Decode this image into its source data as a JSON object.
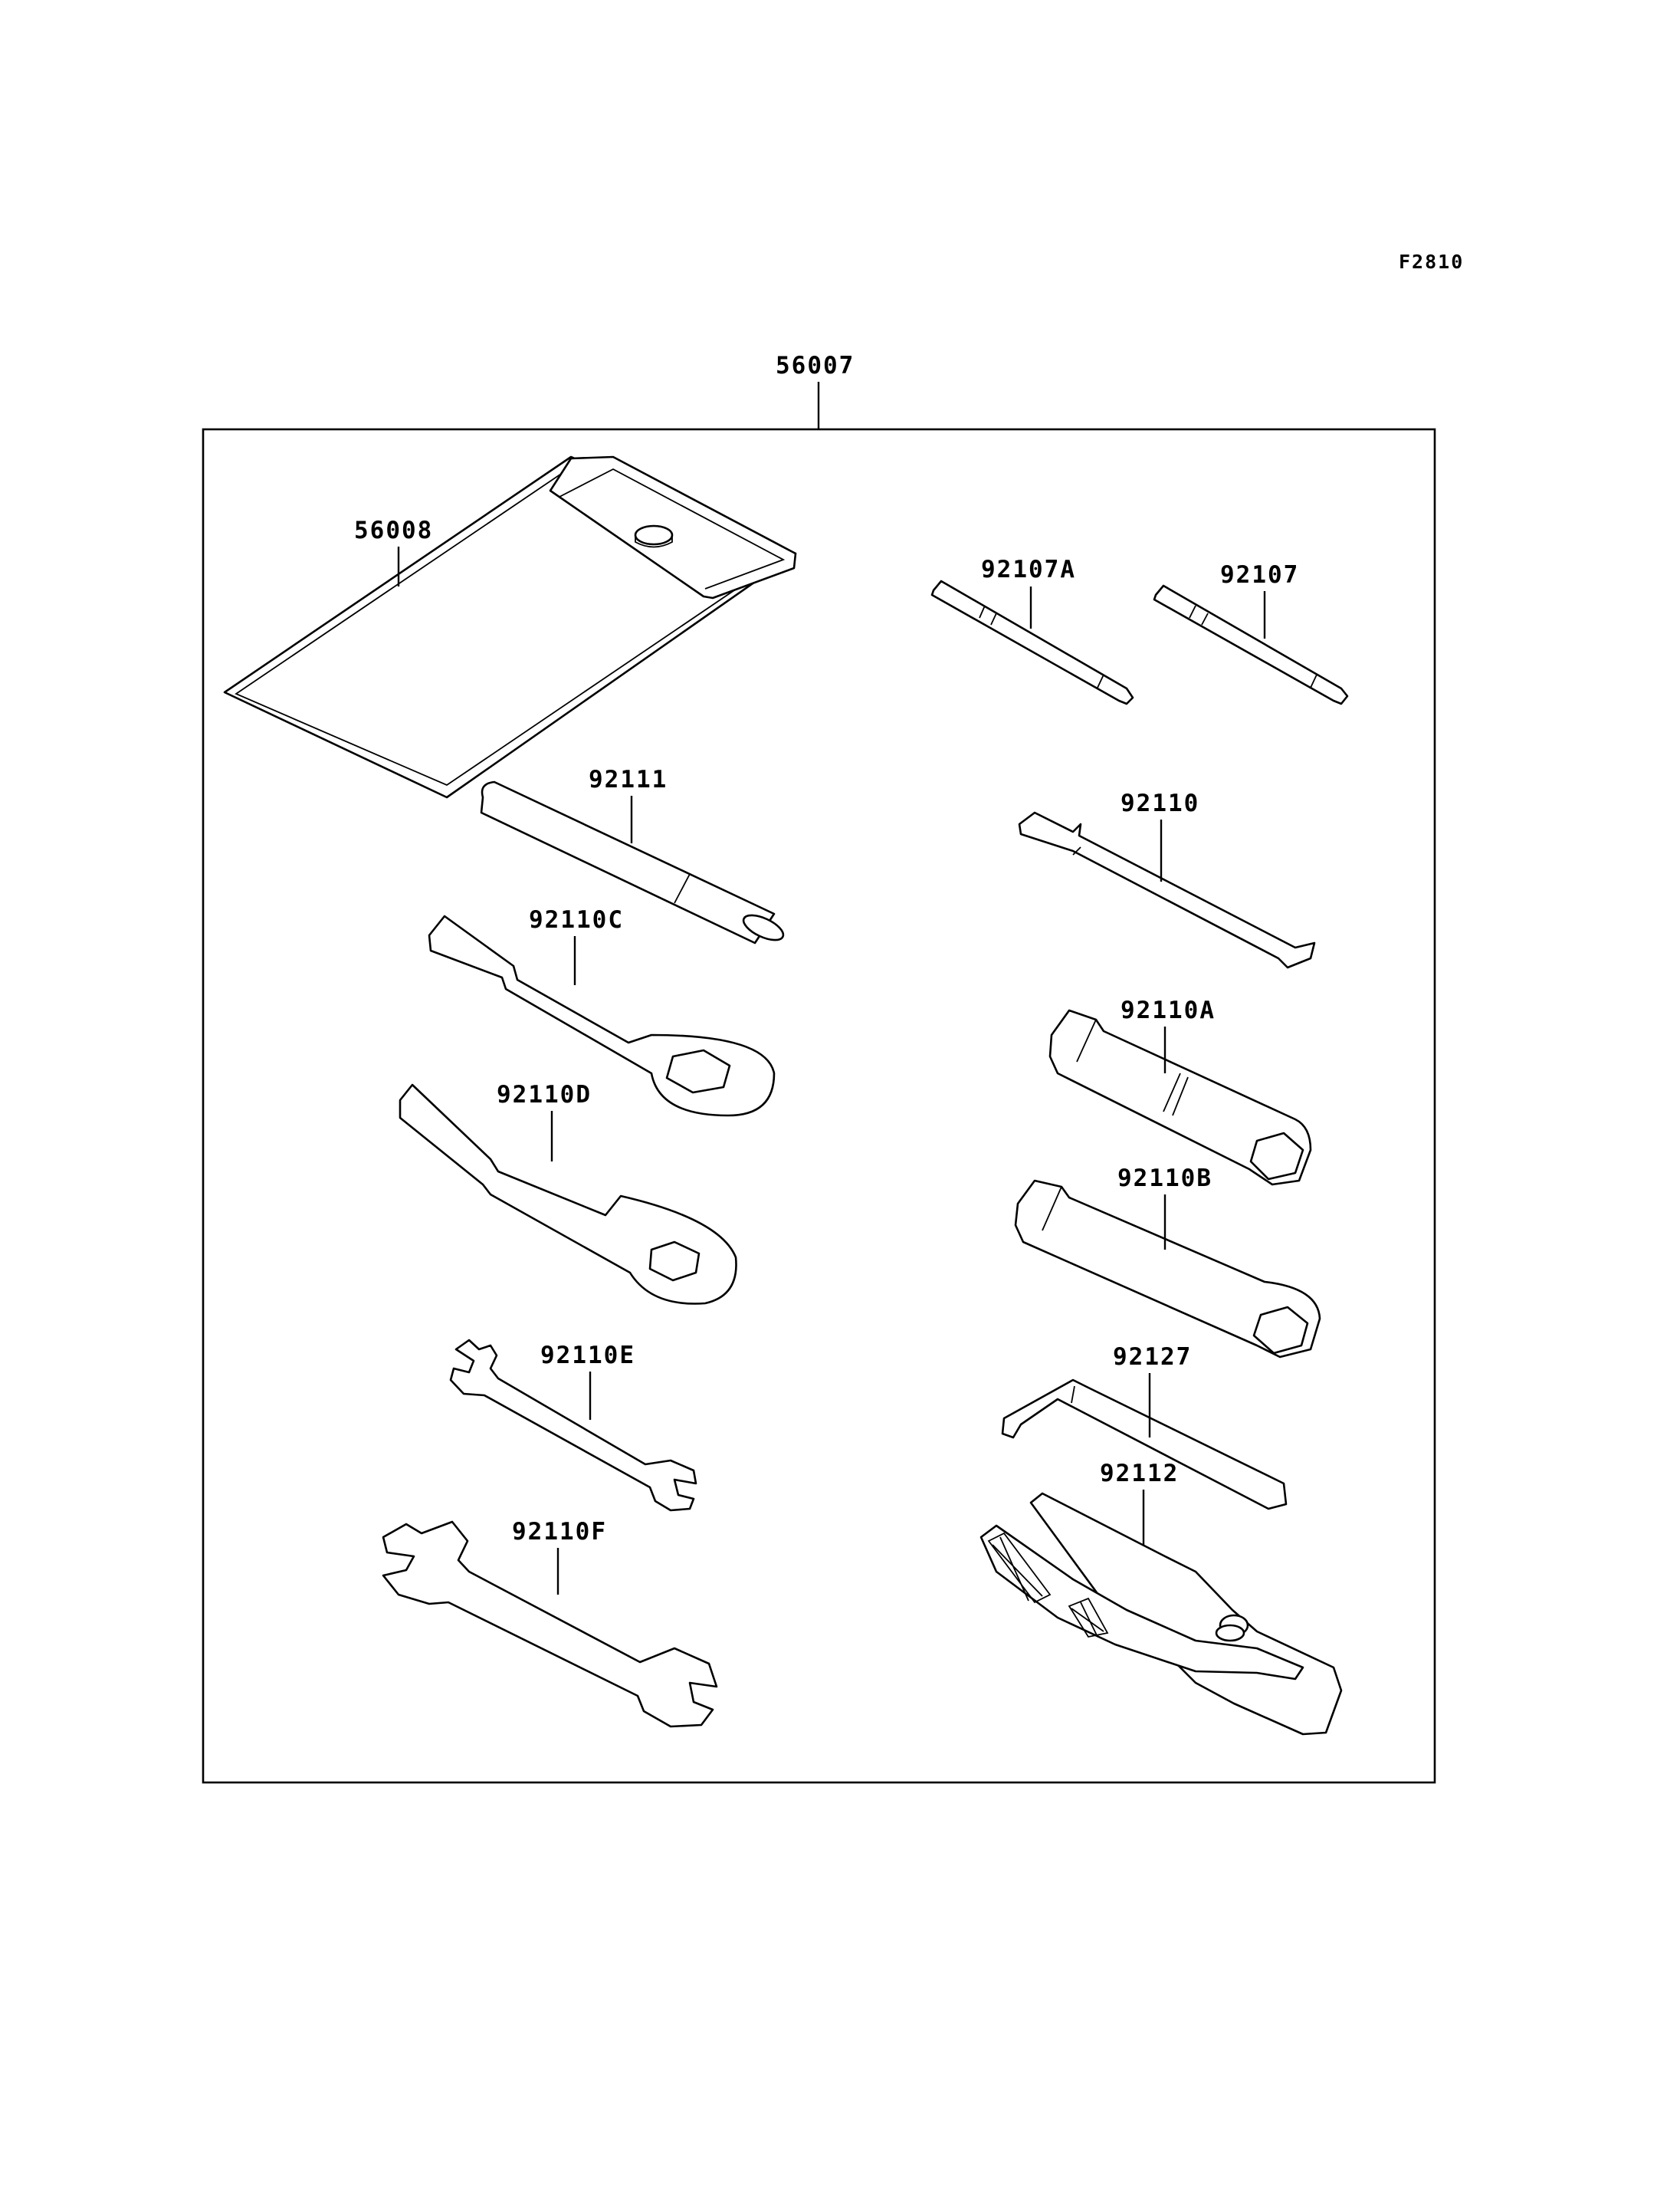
{
  "diagram_code": "F2810",
  "assembly": {
    "part_number": "56007"
  },
  "parts": [
    {
      "id": "56008",
      "label": "56008",
      "kind": "tool-bag"
    },
    {
      "id": "92107A",
      "label": "92107A",
      "kind": "screwdriver-bit"
    },
    {
      "id": "92107",
      "label": "92107",
      "kind": "screwdriver-bit"
    },
    {
      "id": "92111",
      "label": "92111",
      "kind": "handle-bar"
    },
    {
      "id": "92110",
      "label": "92110",
      "kind": "screwdriver-handle"
    },
    {
      "id": "92110C",
      "label": "92110C",
      "kind": "ring-wrench"
    },
    {
      "id": "92110A",
      "label": "92110A",
      "kind": "box-wrench"
    },
    {
      "id": "92110D",
      "label": "92110D",
      "kind": "ring-wrench"
    },
    {
      "id": "92110B",
      "label": "92110B",
      "kind": "box-wrench"
    },
    {
      "id": "92110E",
      "label": "92110E",
      "kind": "open-end-wrench"
    },
    {
      "id": "92127",
      "label": "92127",
      "kind": "hex-key"
    },
    {
      "id": "92110F",
      "label": "92110F",
      "kind": "open-end-wrench"
    },
    {
      "id": "92112",
      "label": "92112",
      "kind": "pliers"
    }
  ]
}
